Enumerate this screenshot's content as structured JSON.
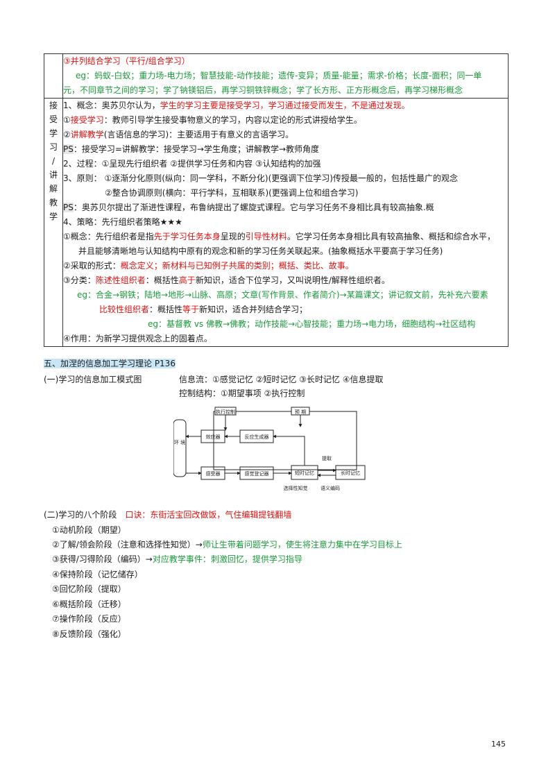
{
  "table": {
    "row1": {
      "title": "③并列结合学习（平行/组合学习）",
      "eg1": "eg：蚂蚁-白蚁；重力场-电力场；智慧技能-动作技能；遗传-变异；质量-能量；需求-价格；长度-面积；同一单",
      "eg2": "元，不同章节之间的学习；学了钠镁铝后，再学习铜铁锌概念；学了长方形、正方形概念后，再学习梯形概念"
    },
    "row2": {
      "side_chars": [
        "接",
        "受",
        "学",
        "习",
        "/",
        "讲",
        "解",
        "教",
        "学"
      ],
      "l1a": "1、概念：奥苏贝尔认为，",
      "l1b": "学生的学习主要是接受学习，学习通过接受而发生，不是通过发现。",
      "l2a": "①",
      "l2b": "接受学习",
      "l2c": "：教师引导学生接受事物意义的学习，内容以定论的形式讲授给学生。",
      "l3a": "②",
      "l3b": "讲解教学",
      "l3c": "(言语信息的学习)：主要适用于有意义的言语学习。",
      "l4a": "PS",
      "l4b": "：接受学习=讲解教学：接受学习→学生角度；讲解教学→教师角度",
      "l5": "2、过程：①呈现先行组织者 ②提供学习任务和内容 ③认知结构的加强",
      "l6": "3、原则：  ①逐渐分化原则(纵向：同一学科，不断分化)(更强调下位学习)传授最一般的，包括性最广的观念",
      "l7": "②整合协调原则(横向：平行学科，互相联系)(更强调上位和组合学习)",
      "l8a": "PS",
      "l8b": "：奥苏贝尔提出了渐进性课程，布鲁纳提出了螺旋式课程。它与学习任务不身相比具有较高抽象.概",
      "l9": "4、策略：先行组织者策略★★★",
      "l10a": "①概念：先行组织者是指",
      "l10b": "先于学习任务本身",
      "l10c": "呈现的",
      "l10d": "引导性材料",
      "l10e": "。它学习任务本身相比具有较高抽象、概括和综合水平，",
      "l11": "并且能够清晰地与认知结构中原有的观念和新的学习任务关联起来。(抽象概括水平要高于学习任务)",
      "l12a": "②采取的形式：",
      "l12b": "概念定义；新材料与已知例子共属的类别；概括、类比、故事。",
      "l13a": "③分类：",
      "l13b": "陈述性组织者",
      "l13c": "：概括性",
      "l13d": "高于",
      "l13e": "新知识，适合下位学习，又叫说明性/解释性组织者。",
      "l14": "eg：合金→钢铁；陆地→地形→山脉、高原；文章(写作背景、作者简介)→某篇课文；讲记叙文前，先补充六要素",
      "l15a": "比较性组织者",
      "l15b": "：概括性",
      "l15c": "等于",
      "l15d": "新知识，适合并列结合学习；",
      "l16": "eg：基督教 vs 佛教→佛教；动作技能→心智技能；重力场→电力场，细胞结构→社区结构",
      "l17": "④作用：为新学习提供观念上的固着点。"
    }
  },
  "section5": {
    "heading": "五、加涅的信息加工学习理论 P136",
    "sub1": "(一)学习的信息加工模式图",
    "info_flow": "信息流：①感觉记忆 ②短时记忆 ③长时记忆 ④信息提取",
    "control": "控制结构：①期望事项 ②执行控制",
    "diagram": {
      "exec_control": "执行控制",
      "expectation": "预 期",
      "effector": "效应器",
      "response_gen": "反应生成器",
      "environment": "环 境",
      "receptor": "感受器",
      "sensory_register": "感觉登记器",
      "short_term": "短时记忆",
      "long_term": "长时记忆",
      "retrieval": "提取",
      "selective_perception": "选择性知觉",
      "semantic_encoding": "语义编码"
    },
    "sub2": "(二)学习的八个阶段",
    "mnemonic": "口诀：东街活宝回改做饭，气住编辑提钱翻墙",
    "stages": [
      {
        "a": "①动机阶段（期望）",
        "b": ""
      },
      {
        "a": "②了解/领会阶段（注意和选择性知觉）→",
        "b": "师让生带着问题学习，使生将注意力集中在学习目标上"
      },
      {
        "a": "③获得/习得阶段（编码）→",
        "b": "对应教学事件：刺激回忆，提供学习指导"
      },
      {
        "a": "④保持阶段（记忆储存）",
        "b": ""
      },
      {
        "a": "⑤回忆阶段（提取）",
        "b": ""
      },
      {
        "a": "⑥概括阶段（迁移）",
        "b": ""
      },
      {
        "a": "⑦操作阶段（反应）",
        "b": ""
      },
      {
        "a": "⑧反馈阶段（强化）",
        "b": ""
      }
    ]
  },
  "page_number": "145",
  "colors": {
    "red": "#e01010",
    "green": "#1a9a3a",
    "highlight": "#c9e6f7"
  }
}
